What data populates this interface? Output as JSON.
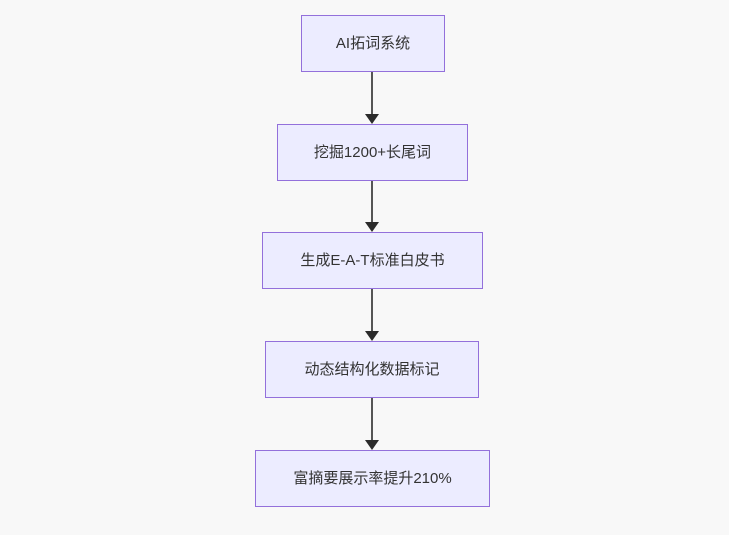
{
  "diagram": {
    "type": "flowchart",
    "direction": "top-down",
    "nodes": [
      {
        "id": "node1",
        "label": "AI拓词系统"
      },
      {
        "id": "node2",
        "label": "挖掘1200+长尾词"
      },
      {
        "id": "node3",
        "label": "生成E-A-T标准白皮书"
      },
      {
        "id": "node4",
        "label": "动态结构化数据标记"
      },
      {
        "id": "node5",
        "label": "富摘要展示率提升210%"
      }
    ],
    "edges": [
      {
        "from": "node1",
        "to": "node2"
      },
      {
        "from": "node2",
        "to": "node3"
      },
      {
        "from": "node3",
        "to": "node4"
      },
      {
        "from": "node4",
        "to": "node5"
      }
    ],
    "colors": {
      "background": "#f8f8f8",
      "node_fill": "#ECECFF",
      "node_border": "#9370DB",
      "text": "#333333",
      "arrow_line": "#555555",
      "arrow_head": "#2b2b2b"
    }
  }
}
